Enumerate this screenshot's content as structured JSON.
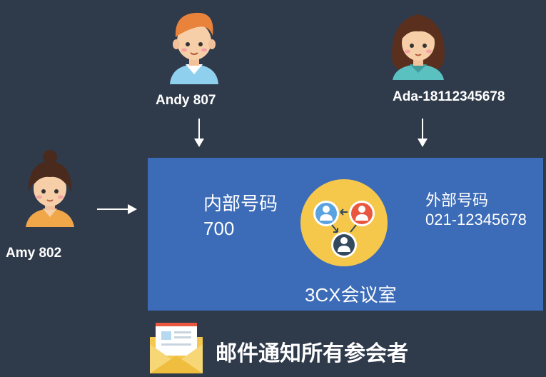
{
  "participants": {
    "andy": {
      "label": "Andy 807",
      "icon": "man-avatar-icon"
    },
    "ada": {
      "label": "Ada-18112345678",
      "icon": "woman-avatar-icon"
    },
    "amy": {
      "label": "Amy 802",
      "icon": "woman-bun-avatar-icon"
    }
  },
  "room": {
    "internal_label": "内部号码",
    "internal_number": "700",
    "external_label": "外部号码",
    "external_number": "021-12345678",
    "name": "3CX会议室",
    "icon": "conference-group-icon"
  },
  "notification": {
    "text": "邮件通知所有参会者",
    "icon": "mail-envelope-icon"
  },
  "colors": {
    "background": "#2f3a4a",
    "room_fill": "#3c6bb7",
    "badge_yellow": "#f5c84c"
  }
}
